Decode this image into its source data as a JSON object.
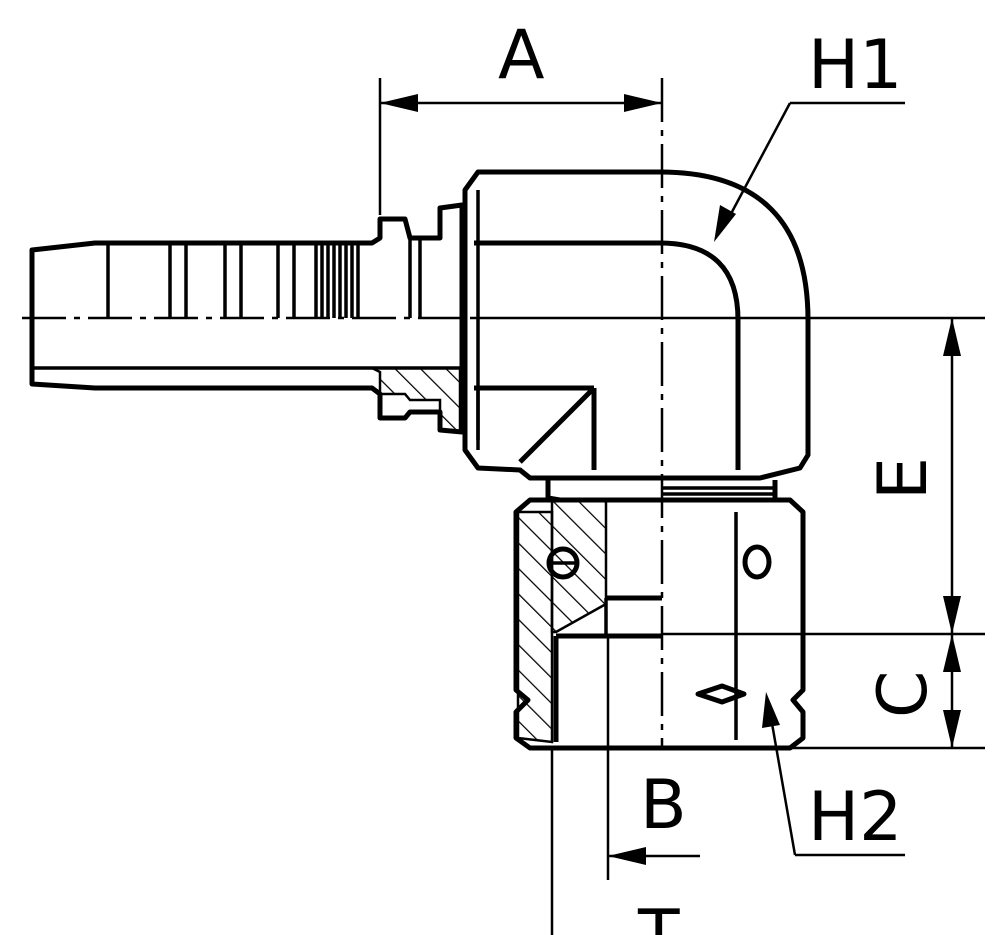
{
  "labels": {
    "A": "A",
    "H1": "H1",
    "E": "E",
    "C": "C",
    "B": "B",
    "H2": "H2",
    "T": "T"
  },
  "colors": {
    "line": "#000000",
    "background": "#ffffff"
  }
}
